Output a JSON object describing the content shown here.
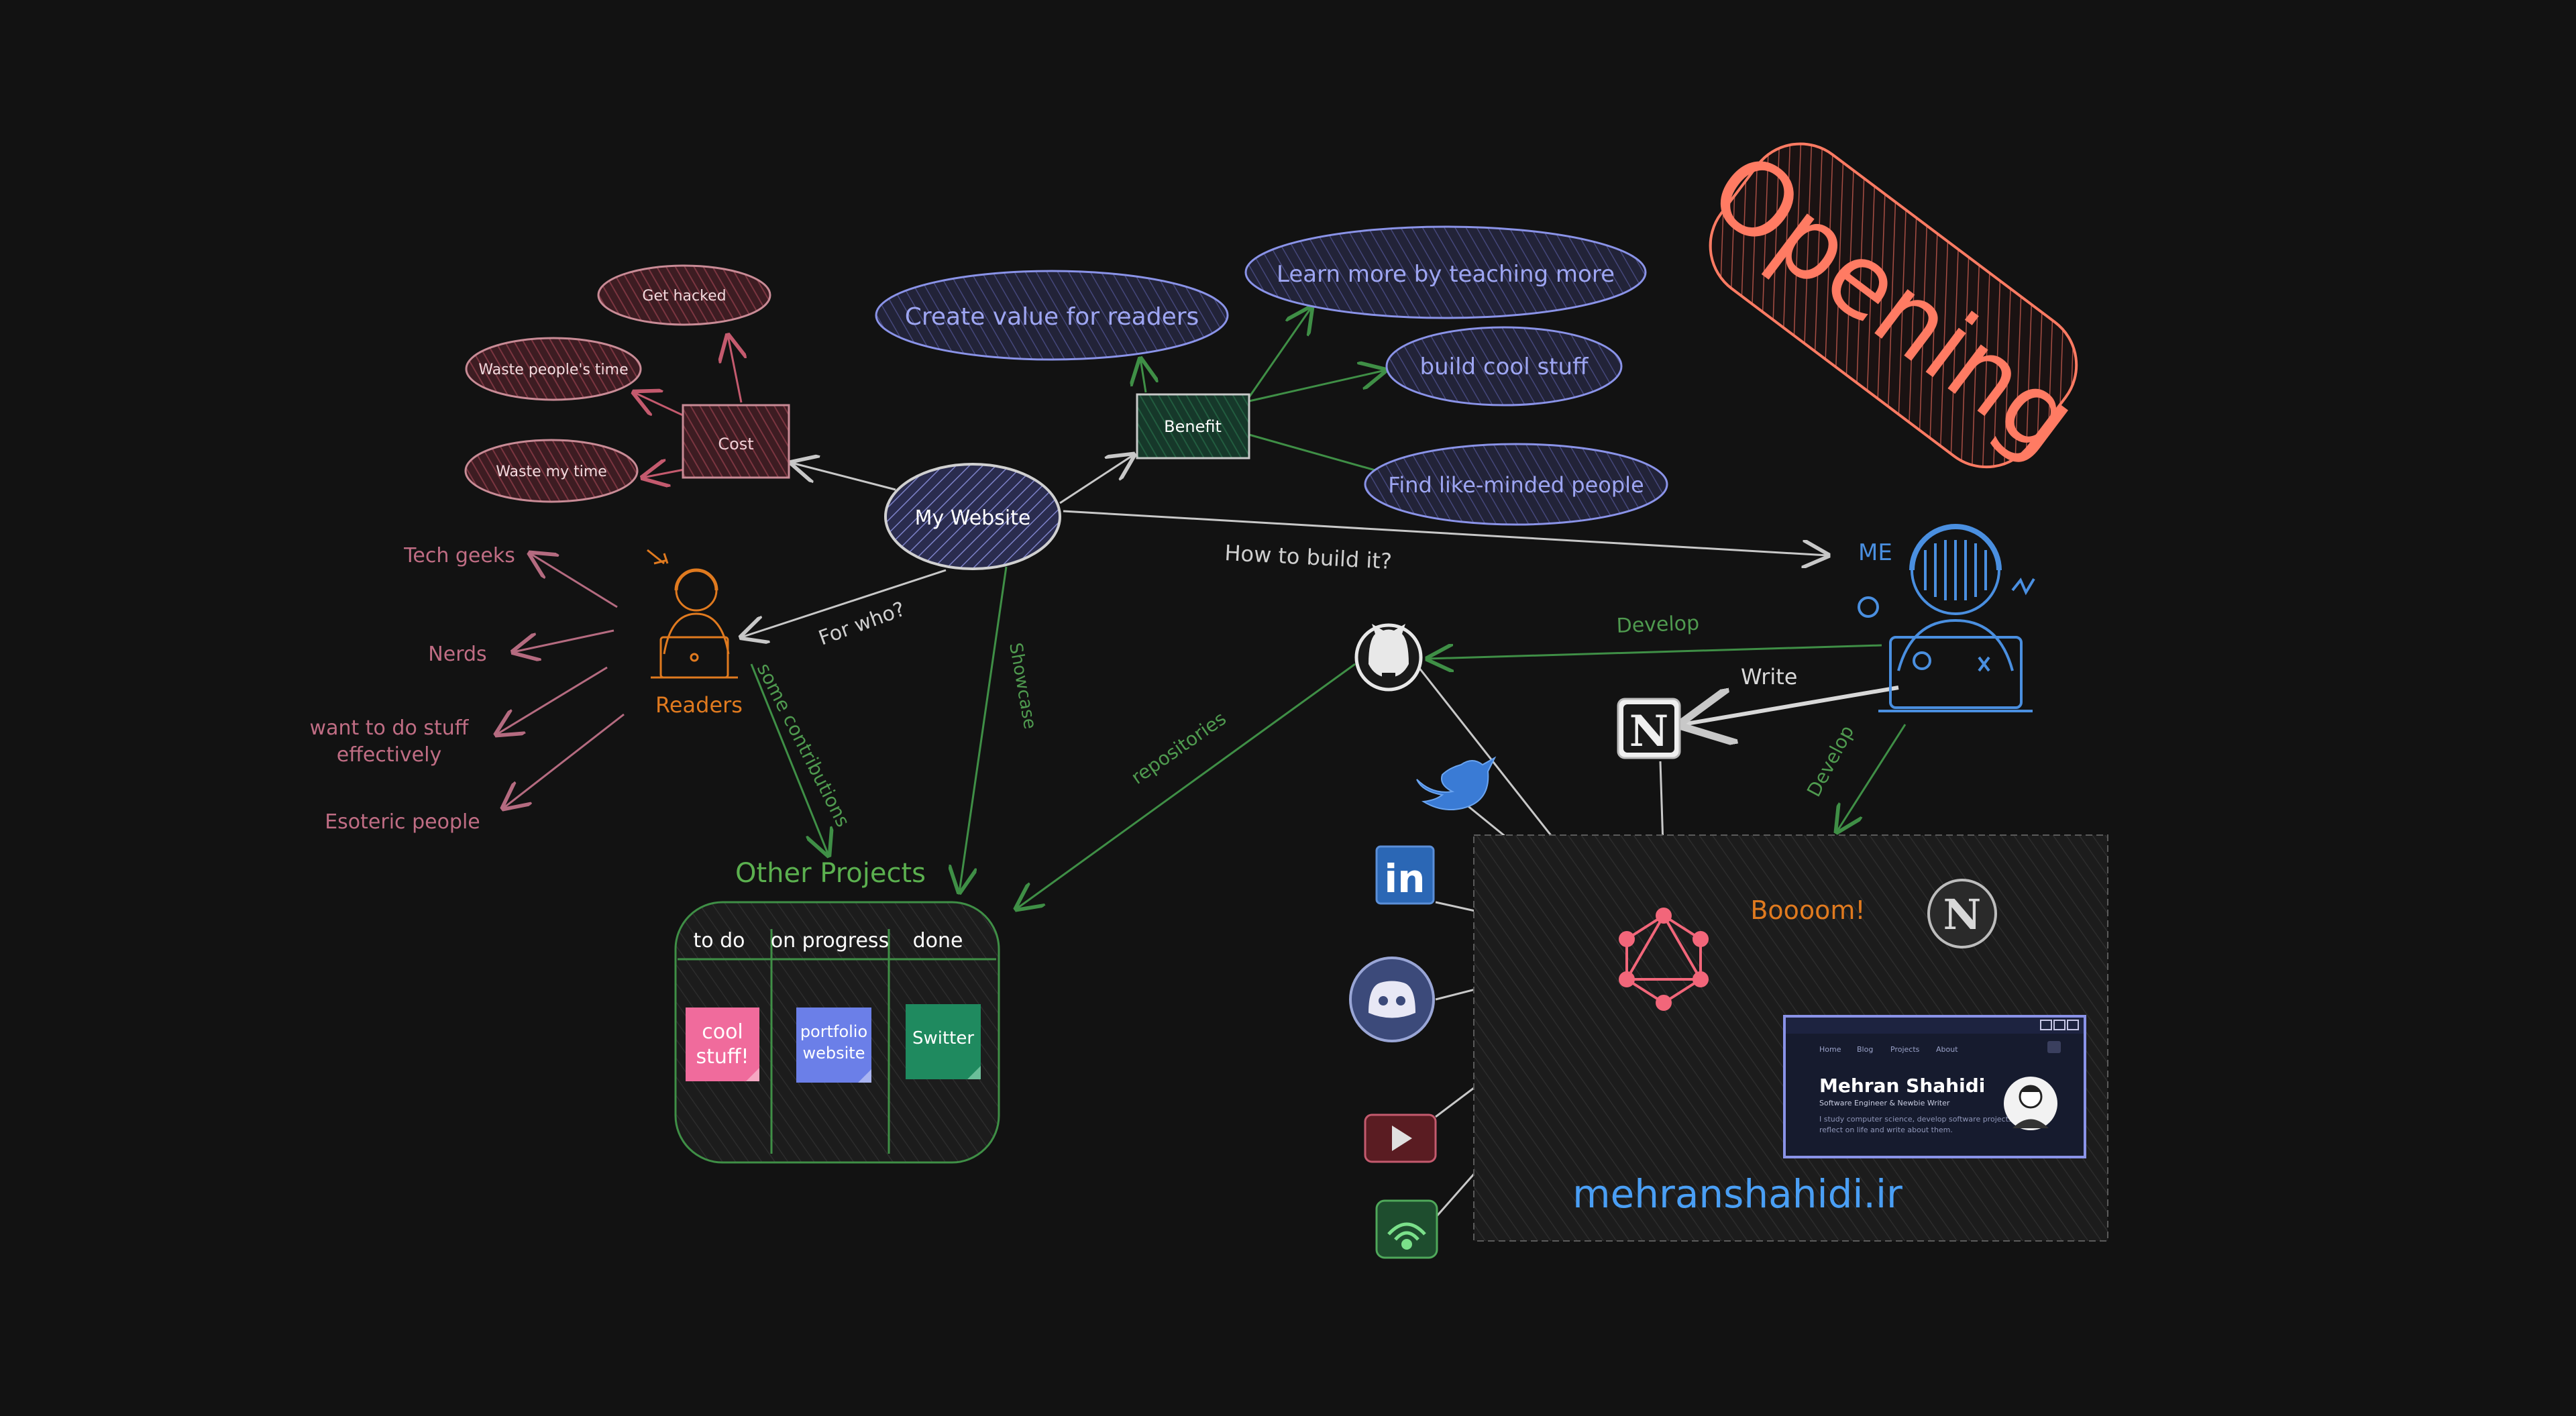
{
  "colors": {
    "background": "#121212",
    "stroke_light": "#c8c8c8",
    "blue": "#8a93e8",
    "red_fill": "#6b2b33",
    "red_text": "#c98b96",
    "green": "#3f8f46",
    "green_fill": "#1f4d33",
    "orange": "#e07a1f",
    "salmon": "#ff7b63",
    "pink_text": "#c06d84",
    "me_blue": "#4a8fe0",
    "purple_fill": "#3a3d72"
  },
  "center": {
    "label": "My Website"
  },
  "cost": {
    "label": "Cost",
    "items": [
      "Get hacked",
      "Waste people's time",
      "Waste my time"
    ]
  },
  "benefit": {
    "label": "Benefit",
    "items": [
      "Create value for readers",
      "Learn more by teaching more",
      "build cool stuff",
      "Find like-minded people"
    ]
  },
  "opening": {
    "label": "Opening"
  },
  "readers": {
    "label": "Readers",
    "edge_label": "For who?",
    "groups": [
      "Tech geeks",
      "Nerds",
      "want to do stuff",
      "effectively",
      "Esoteric people"
    ]
  },
  "me": {
    "label": "ME",
    "edge_label": "How to build it?"
  },
  "edges": {
    "contributions": "some contributions",
    "showcase": "Showcase",
    "repositories": "repositories",
    "develop_github": "Develop",
    "write": "Write",
    "develop_site": "Develop",
    "boom": "Boooom!"
  },
  "projects": {
    "title": "Other Projects",
    "columns": [
      "to do",
      "on progress",
      "done"
    ],
    "notes": [
      {
        "line1": "cool",
        "line2": "stuff!",
        "color": "#f06b9c"
      },
      {
        "line1": "portfolio",
        "line2": "website",
        "color": "#6b7fe8"
      },
      {
        "line1": "Switter",
        "line2": "",
        "color": "#1f8a5f"
      }
    ]
  },
  "site": {
    "domain": "mehranshahidi.ir",
    "nav": [
      "Home",
      "Blog",
      "Projects",
      "About"
    ],
    "name": "Mehran Shahidi",
    "subtitle": "Software Engineer & Newbie Writer",
    "bio_line1": "I study computer science, develop software projects,",
    "bio_line2": "reflect on life and write about them."
  },
  "icons": [
    "github-icon",
    "notion-icon",
    "twitter-icon",
    "linkedin-icon",
    "discord-icon",
    "youtube-icon",
    "podcast-icon",
    "graphql-icon",
    "nextjs-icon",
    "person-avatar-icon"
  ]
}
